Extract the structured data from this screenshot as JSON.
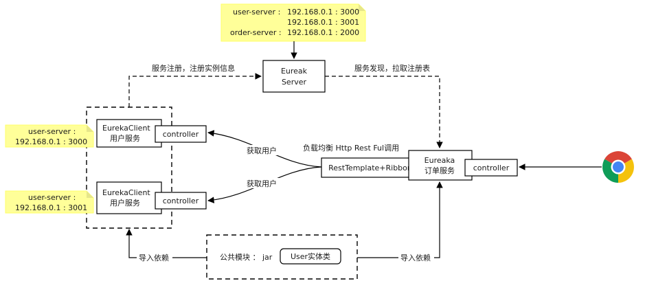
{
  "notes": {
    "top": {
      "line1_key": "user-server :",
      "line1_val": "192.168.0.1 : 3000",
      "line2_val": "192.168.0.1 : 3001",
      "line3_key": "order-server :",
      "line3_val": "192.168.0.1 : 2000"
    },
    "left1": {
      "key": "user-server :",
      "val": "192.168.0.1 : 3000"
    },
    "left2": {
      "key": "user-server :",
      "val": "192.168.0.1 : 3001"
    }
  },
  "eureka_server": {
    "line1": "Eureak",
    "line2": "Server"
  },
  "client1": {
    "line1": "EurekaClient",
    "line2": "用户服务",
    "controller": "controller"
  },
  "client2": {
    "line1": "EurekaClient",
    "line2": "用户服务",
    "controller": "controller"
  },
  "order": {
    "line1": "Eureaka",
    "line2": "订单服务",
    "controller": "controller"
  },
  "rest_template": "RestTemplate+Ribbon",
  "common": {
    "label": "公共模块 ： jar",
    "entity": "User实体类"
  },
  "edges": {
    "register": "服务注册，注册实例信息",
    "discover": "服务发现，拉取注册表",
    "get_user_1": "获取用户",
    "get_user_2": "获取用户",
    "lb": "负载均衡  Http Rest Ful调用",
    "import_left": "导入依赖",
    "import_right": "导入依赖"
  },
  "colors": {
    "note_fill": "#ffff99",
    "browser_red": "#db4437",
    "browser_yellow": "#f4c20d",
    "browser_green": "#0f9d58",
    "browser_blue": "#4285f4"
  },
  "icons": [
    "chrome-browser-icon"
  ]
}
